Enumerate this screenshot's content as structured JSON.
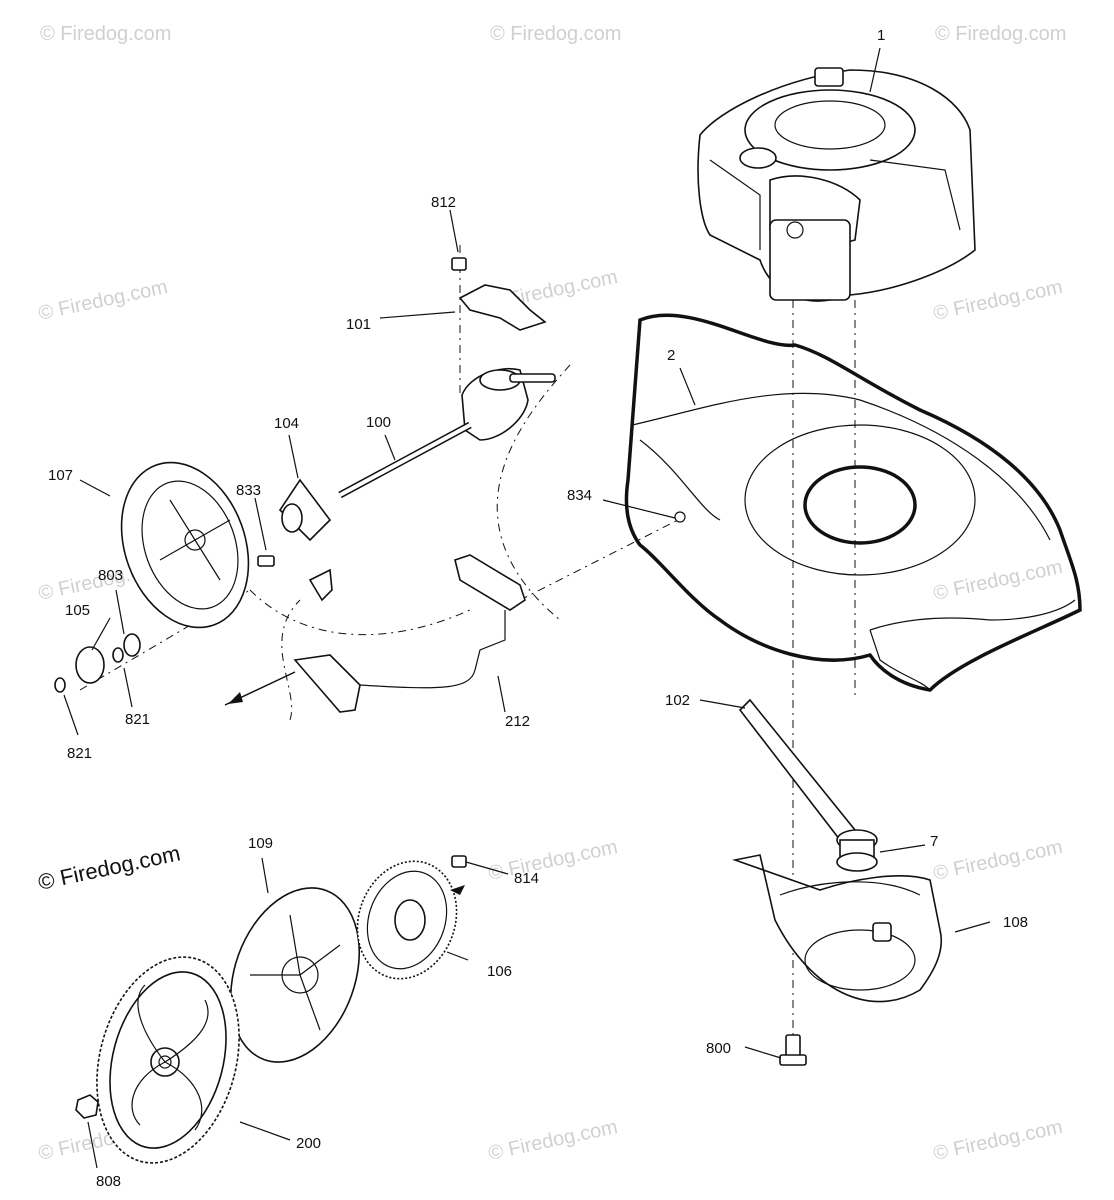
{
  "watermark": "© Firedog.com",
  "brand": "© Firedog.com",
  "callouts": {
    "c1": "1",
    "c2": "2",
    "c7": "7",
    "c100": "100",
    "c101": "101",
    "c102": "102",
    "c104": "104",
    "c105": "105",
    "c106": "106",
    "c107": "107",
    "c108": "108",
    "c109": "109",
    "c200": "200",
    "c212": "212",
    "c800": "800",
    "c803": "803",
    "c808": "808",
    "c812": "812",
    "c814": "814",
    "c821a": "821",
    "c821b": "821",
    "c833": "833",
    "c834": "834"
  }
}
